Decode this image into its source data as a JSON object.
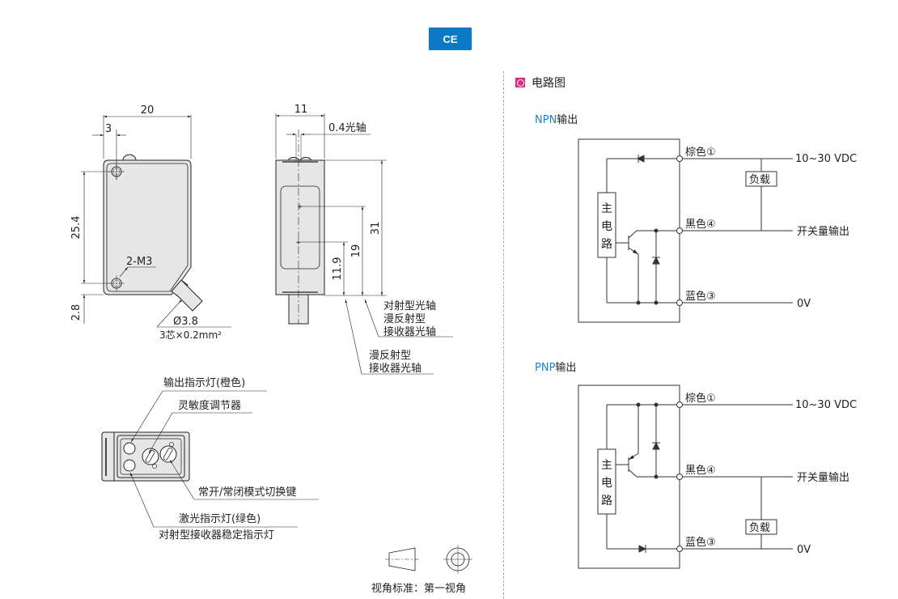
{
  "badge": {
    "label": "CE",
    "color": "#0a7ac7"
  },
  "front_view": {
    "dim_width": "20",
    "dim_hole_offset": "3",
    "dim_hole_pitch": "25.4",
    "dim_bottom": "2.8",
    "mount_holes": "2-M3",
    "cable_diameter": "Ø3.8",
    "cable_spec": "3芯×0.2mm²"
  },
  "side_view": {
    "dim_width": "11",
    "dim_axis_offset": "0.4光轴",
    "dim_height": "31",
    "dim_axis_1": "19",
    "dim_axis_2": "11.9",
    "label_upper": [
      "对射型光轴",
      "漫反射型",
      "接收器光轴"
    ],
    "label_lower": [
      "漫反射型",
      "接收器光轴"
    ]
  },
  "panel_view": {
    "output_indicator": "输出指示灯(橙色)",
    "sensitivity_adjuster": "灵敏度调节器",
    "mode_switch": "常开/常闭模式切换键",
    "laser_indicator": "激光指示灯(绿色)",
    "stability_indicator": "对射型接收器稳定指示灯"
  },
  "projection": {
    "label": "视角标准：第一视角"
  },
  "circuit": {
    "section_title": "电路图",
    "section_icon_color": "#e6277c",
    "accent_color": "#1a84c8",
    "npn": {
      "title_prefix": "NPN",
      "title_suffix": "输出",
      "main_circuit": [
        "主",
        "电",
        "路"
      ],
      "wire_brown": "棕色①",
      "wire_black": "黑色④",
      "wire_blue": "蓝色③",
      "supply": "10~30 VDC",
      "output": "开关量输出",
      "ground": "0V",
      "load": "负载"
    },
    "pnp": {
      "title_prefix": "PNP",
      "title_suffix": "输出",
      "main_circuit": [
        "主",
        "电",
        "路"
      ],
      "wire_brown": "棕色①",
      "wire_black": "黑色④",
      "wire_blue": "蓝色③",
      "supply": "10~30 VDC",
      "output": "开关量输出",
      "ground": "0V",
      "load": "负载"
    }
  }
}
